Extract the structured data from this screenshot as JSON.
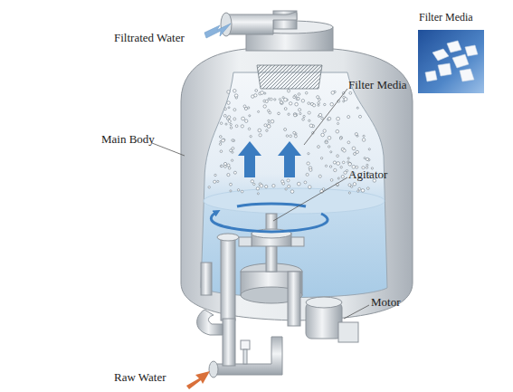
{
  "diagram": {
    "labels": [
      "Filtrated Water",
      "Filter Media",
      "Main Body",
      "Filter Media",
      "Agitator",
      "Motor",
      "Raw Water"
    ]
  }
}
